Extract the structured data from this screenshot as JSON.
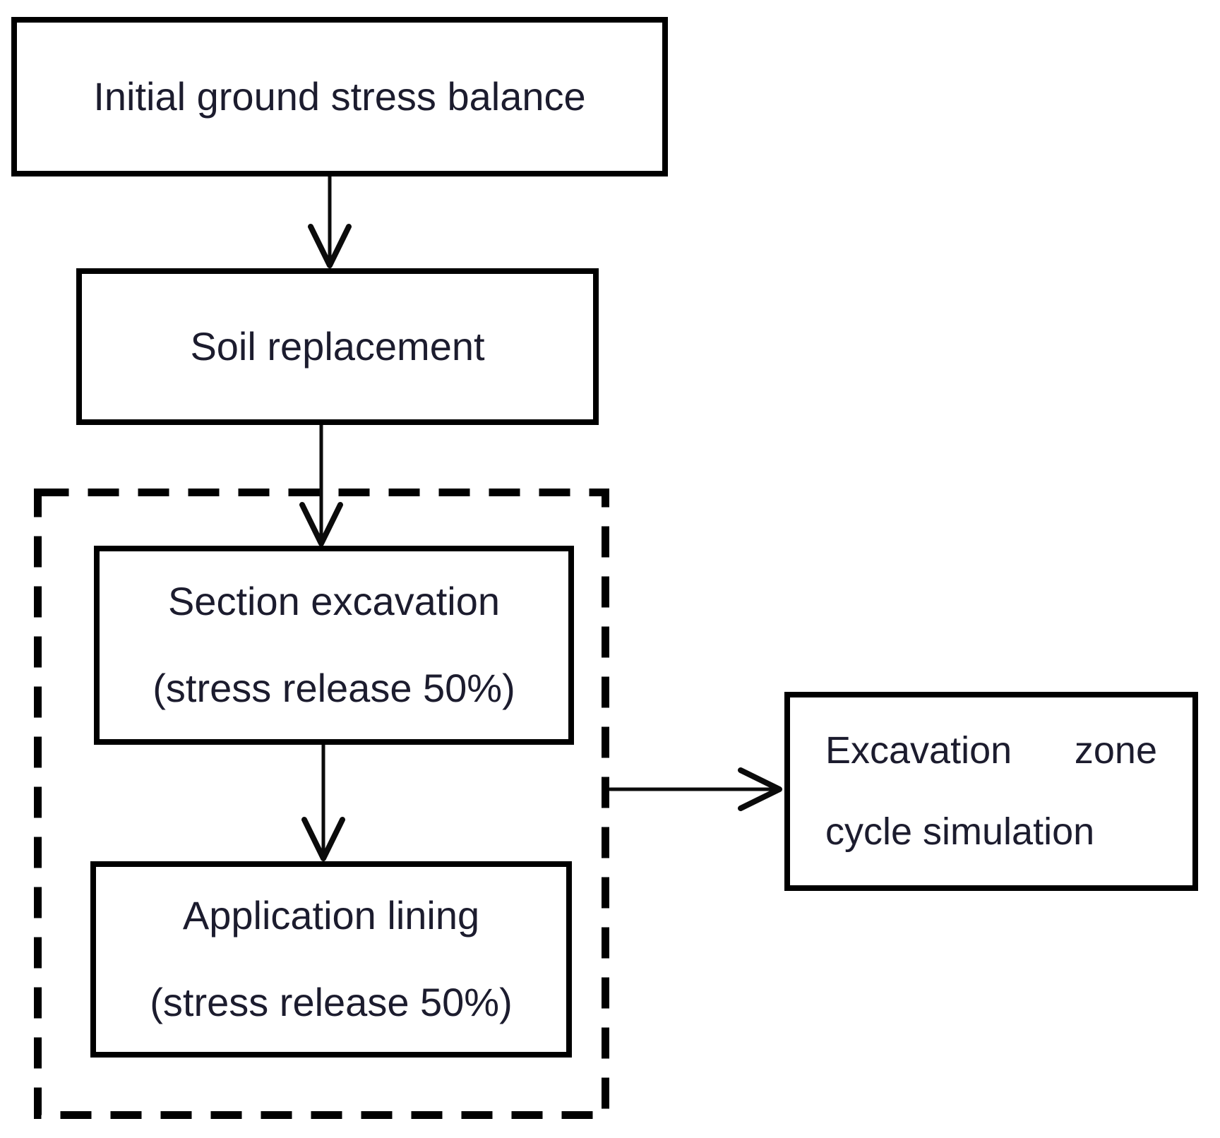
{
  "diagram": {
    "type": "flowchart",
    "background_color": "#ffffff",
    "line_color": "#000000",
    "text_color": "#1c1c2e",
    "nodes": [
      {
        "id": "initial-ground-stress-balance",
        "label": "Initial ground stress balance",
        "lines": [
          "Initial ground stress balance"
        ],
        "border_style": "solid"
      },
      {
        "id": "soil-replacement",
        "label": "Soil replacement",
        "lines": [
          "Soil replacement"
        ],
        "border_style": "solid"
      },
      {
        "id": "section-excavation",
        "label": "Section excavation (stress release 50%)",
        "lines": [
          "Section excavation",
          "(stress release 50%)"
        ],
        "border_style": "solid",
        "group": "excavation-cycle-group"
      },
      {
        "id": "application-lining",
        "label": "Application lining (stress release 50%)",
        "lines": [
          "Application lining",
          "(stress release 50%)"
        ],
        "border_style": "solid",
        "group": "excavation-cycle-group"
      },
      {
        "id": "excavation-zone-cycle-simulation",
        "label": "Excavation zone cycle simulation",
        "lines": [
          "Excavation zone",
          "cycle simulation"
        ],
        "border_style": "solid"
      }
    ],
    "groups": [
      {
        "id": "excavation-cycle-group",
        "label": "",
        "border_style": "dashed",
        "contains": [
          "section-excavation",
          "application-lining"
        ]
      }
    ],
    "edges": [
      {
        "from": "initial-ground-stress-balance",
        "to": "soil-replacement",
        "direction": "down"
      },
      {
        "from": "soil-replacement",
        "to": "section-excavation",
        "direction": "down"
      },
      {
        "from": "section-excavation",
        "to": "application-lining",
        "direction": "down"
      },
      {
        "from": "excavation-cycle-group",
        "to": "excavation-zone-cycle-simulation",
        "direction": "right"
      }
    ]
  }
}
